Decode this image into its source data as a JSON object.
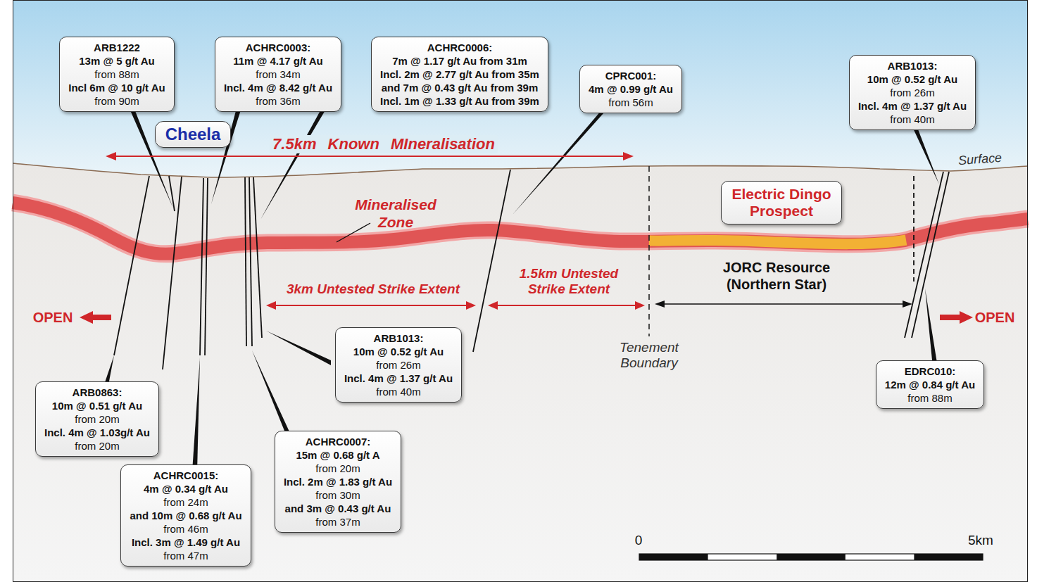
{
  "diagram": {
    "nodes": [
      {
        "text": [
          "ARB1222",
          "13m @ 5 g/t Au",
          "from 88m",
          "Incl 6m @ 10 g/t Au",
          "from 90m"
        ]
      },
      {
        "text": [
          "ACHRC0003:",
          "11m @ 4.17 g/t Au",
          "from 34m",
          "Incl. 4m @ 8.42 g/t Au",
          "from 36m"
        ]
      },
      {
        "text": [
          "ACHRC0006:",
          "7m @ 1.17 g/t Au from 31m",
          "Incl. 2m @ 2.77 g/t Au from 35m",
          "and 7m @ 0.43 g/t Au from 39m",
          "Incl. 1m @ 1.33 g/t Au from 39m"
        ]
      },
      {
        "text": [
          "CPRC001:",
          "4m @ 0.99 g/t Au",
          "from 56m"
        ]
      },
      {
        "text": [
          "ARB1013:",
          "10m @ 0.52 g/t Au",
          "from 26m",
          "Incl. 4m @ 1.37 g/t Au",
          "from 40m"
        ]
      },
      {
        "text": [
          "Cheela"
        ]
      },
      {
        "text": [
          "Electric Dingo Prospect"
        ]
      },
      {
        "text": [
          "ARB1013:",
          "10m @ 0.52 g/t Au",
          "from 26m",
          "Incl. 4m @ 1.37 g/t Au",
          "from 40m"
        ]
      },
      {
        "text": [
          "EDRC010:",
          "12m @ 0.84 g/t Au",
          "from 88m"
        ]
      },
      {
        "text": [
          "ARB0863:",
          "10m @ 0.51 g/t Au",
          "from 20m",
          "Incl. 4m @ 1.03g/t Au",
          "from 20m"
        ]
      },
      {
        "text": [
          "ACHRC0007:",
          "15m @ 0.68 g/t A",
          "from 20m",
          "Incl. 2m @ 1.83 g/t Au",
          "from 30m",
          "and 3m @ 0.43 g/t Au",
          "from 37m"
        ]
      },
      {
        "text": [
          "ACHRC0015:",
          "4m @ 0.34 g/t Au",
          "from 24m",
          "and 10m @ 0.68 g/t Au",
          "from 46m",
          "Incl. 3m @ 1.49 g/t Au",
          "from 47m"
        ]
      }
    ],
    "labels": [
      "7.5km Known MIneralisation",
      "Mineralised Zone",
      "3km Untested Strike Extent",
      "1.5km Untested Strike Extent",
      "JORC Resource (Northern Star)",
      "OPEN",
      "OPEN",
      "Tenement Boundary",
      "Surface",
      "0",
      "5km"
    ]
  }
}
